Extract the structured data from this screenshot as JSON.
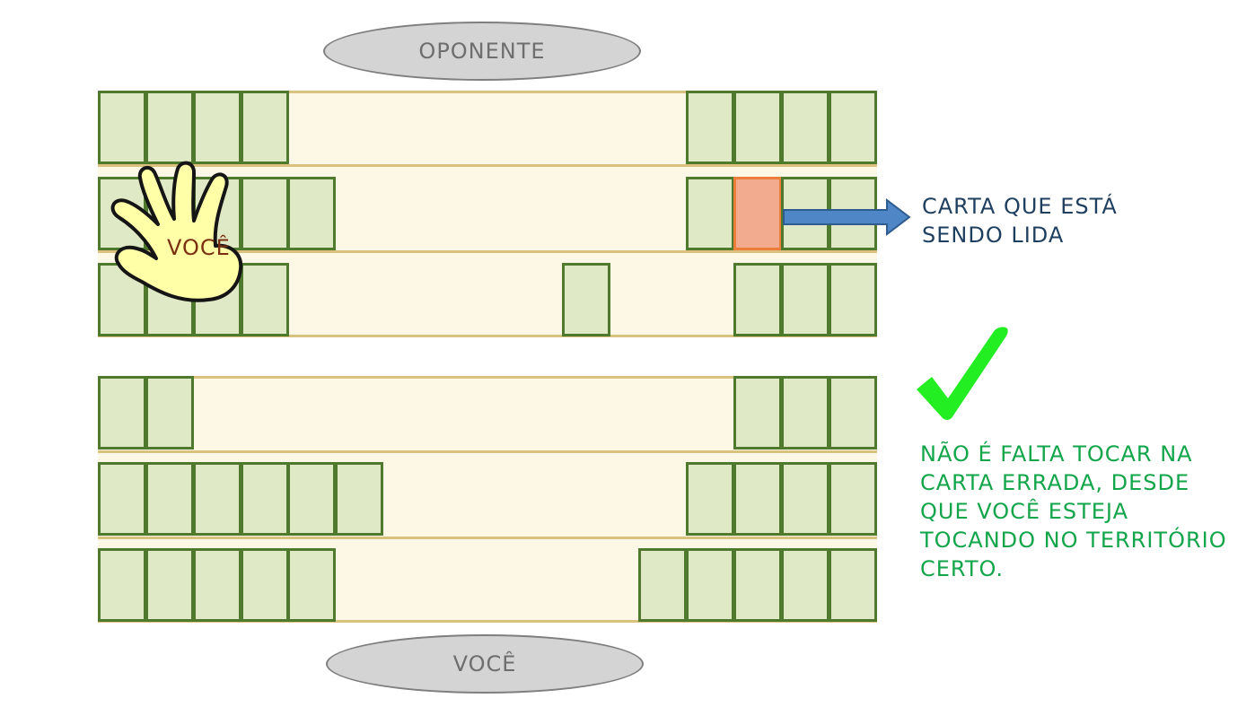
{
  "opponent_label": "OPONENTE",
  "player_label": "VOCÊ",
  "hand_label": "VOCÊ",
  "arrow_note": {
    "line1": "CARTA QUE ESTÁ",
    "line2": "SENDO LIDA"
  },
  "rule_note": {
    "line1": "NÃO É FALTA TOCAR NA",
    "line2": "CARTA ERRADA, DESDE",
    "line3": "QUE VOCÊ ESTEJA",
    "line4": "TOCANDO NO TERRITÓRIO",
    "line5": "CERTO."
  },
  "colors": {
    "card_fill": "#e0e9c6",
    "card_border": "#4f7a2e",
    "field": "#fdf8e5",
    "target_card": "#f3ab8f",
    "arrow": "#4f86c6",
    "check": "#22ee22"
  },
  "icons": [
    "hand-icon",
    "arrow-icon",
    "checkmark-icon"
  ]
}
